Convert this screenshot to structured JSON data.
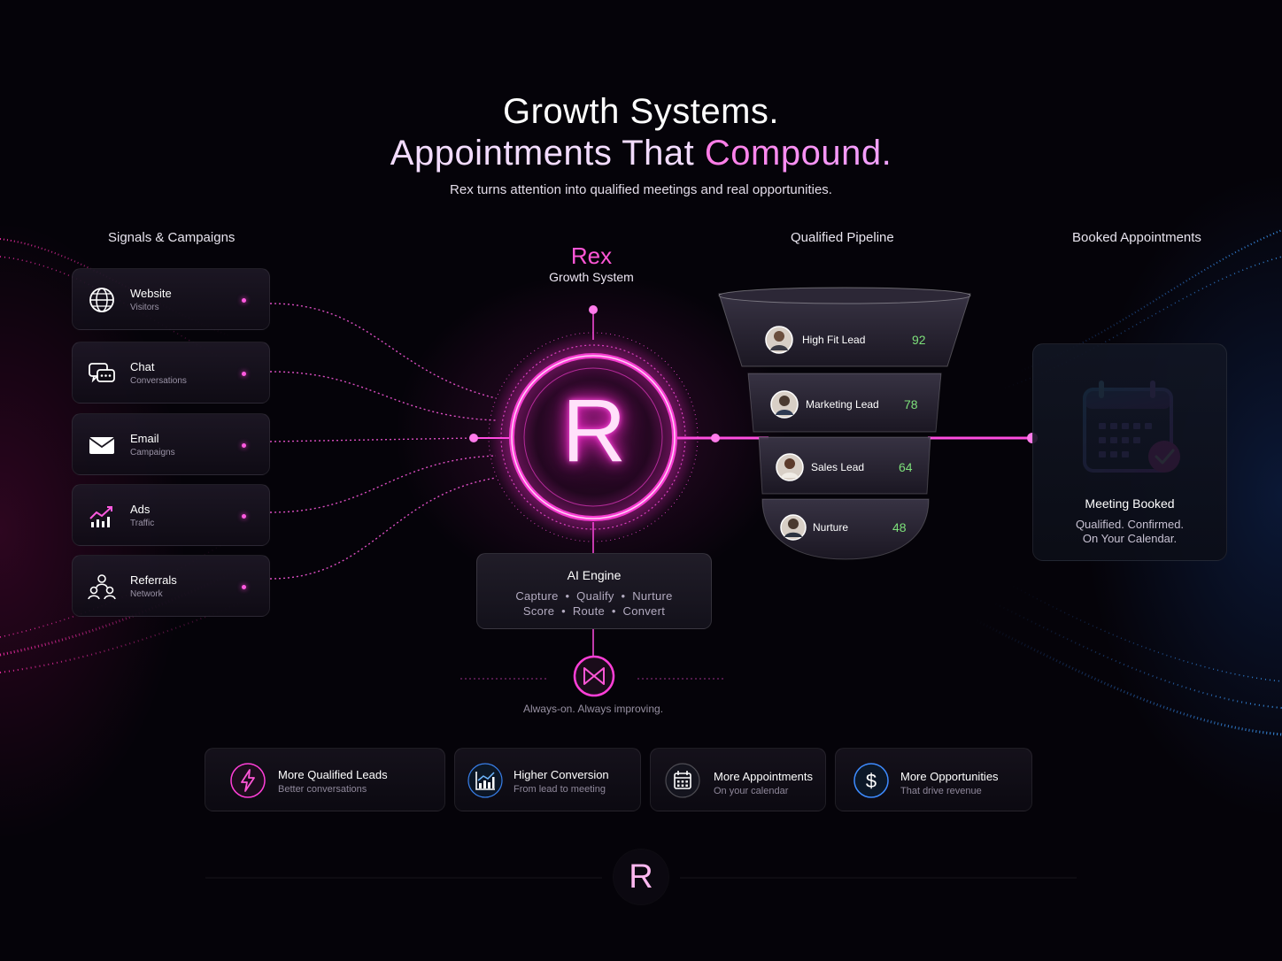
{
  "header": {
    "line1": "Growth Systems.",
    "line2_plain": "Appointments That",
    "line2_accent": "Compound.",
    "subtitle": "Rex turns attention into qualified meetings and real opportunities."
  },
  "columns": {
    "signals_title": "Signals & Campaigns",
    "pipeline_title": "Qualified Pipeline",
    "booked_title": "Booked Appointments"
  },
  "signals": [
    {
      "title": "Website",
      "subtitle": "Visitors",
      "icon": "globe-icon"
    },
    {
      "title": "Chat",
      "subtitle": "Conversations",
      "icon": "chat-bubbles-icon"
    },
    {
      "title": "Email",
      "subtitle": "Campaigns",
      "icon": "envelope-icon"
    },
    {
      "title": "Ads",
      "subtitle": "Traffic",
      "icon": "growth-chart-icon"
    },
    {
      "title": "Referrals",
      "subtitle": "Network",
      "icon": "people-network-icon"
    }
  ],
  "rex": {
    "title": "Rex",
    "subtitle": "Growth System",
    "logo_letter": "R"
  },
  "ai_engine": {
    "title": "AI Engine",
    "line1": "Capture  •  Qualify  •  Nurture",
    "line2": "Score  •  Route  •  Convert"
  },
  "always_on": "Always-on. Always improving.",
  "pipeline": [
    {
      "name": "High Fit Lead",
      "score": "92"
    },
    {
      "name": "Marketing Lead",
      "score": "78"
    },
    {
      "name": "Sales Lead",
      "score": "64"
    },
    {
      "name": "Nurture",
      "score": "48"
    }
  ],
  "booked": {
    "title": "Meeting Booked",
    "line1": "Qualified. Confirmed.",
    "line2": "On Your Calendar."
  },
  "benefits": [
    {
      "title": "More Qualified Leads",
      "subtitle": "Better conversations",
      "icon": "lightning-icon"
    },
    {
      "title": "Higher Conversion",
      "subtitle": "From lead to meeting",
      "icon": "bar-chart-icon"
    },
    {
      "title": "More Appointments",
      "subtitle": "On your calendar",
      "icon": "calendar-icon"
    },
    {
      "title": "More Opportunities",
      "subtitle": "That drive revenue",
      "icon": "dollar-icon"
    }
  ],
  "footer": {
    "logo_letter": "R"
  },
  "colors": {
    "accent_pink": "#ff3fd8",
    "accent_blue": "#3d8bff",
    "score_green": "#7de07a",
    "background": "#050309"
  }
}
